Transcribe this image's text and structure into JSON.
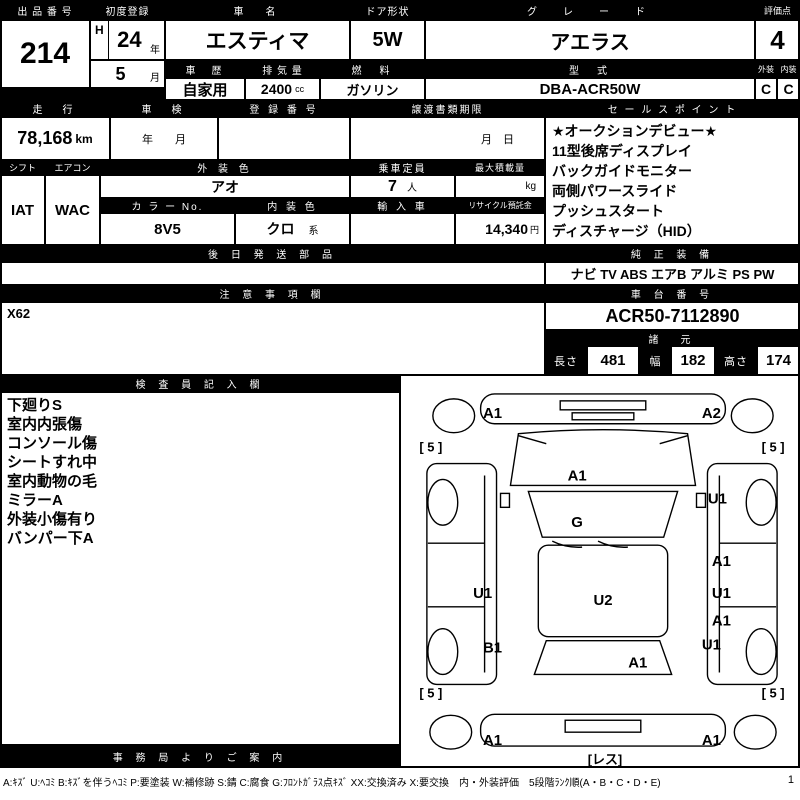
{
  "header": {
    "lot": {
      "label": "出 品 番 号",
      "value": "214"
    },
    "first_reg": {
      "label": "初度登録",
      "era": "H",
      "year": "24",
      "year_unit": "年",
      "month": "5",
      "month_unit": "月"
    },
    "car_name": {
      "label": "車　名",
      "value": "エスティマ"
    },
    "door": {
      "label": "ドア形状",
      "value": "5W"
    },
    "grade": {
      "label": "グ　レ　ー　ド",
      "value": "アエラス"
    },
    "score": {
      "label": "評価点",
      "value": "4"
    },
    "history": {
      "label": "車　歴",
      "value": "自家用"
    },
    "displacement": {
      "label": "排 気 量",
      "value": "2400",
      "unit": "cc"
    },
    "fuel": {
      "label": "燃　料",
      "value": "ガソリン"
    },
    "model": {
      "label": "型　式",
      "value": "DBA-ACR50W"
    },
    "exterior": {
      "label": "外装",
      "value": "C"
    },
    "interior": {
      "label": "内装",
      "value": "C"
    }
  },
  "registration": {
    "mileage": {
      "label": "走　行",
      "value": "78,168",
      "unit": "km"
    },
    "inspection": {
      "label": "車　検",
      "value": "年　　月"
    },
    "reg_no": {
      "label": "登 録 番 号"
    },
    "transfer": {
      "label": "譲渡書類期限",
      "value": "月　日"
    },
    "sales": {
      "label": "セ ー ル ス ポ イ ン ト",
      "lines": [
        "★オークションデビュー★",
        "11型後席ディスプレイ",
        "バックガイドモニター",
        "両側パワースライド",
        "プッシュスタート",
        "ディスチャージ（HID）"
      ]
    }
  },
  "details": {
    "shift": {
      "label": "シフト",
      "value": "IAT"
    },
    "aircon": {
      "label": "エアコン",
      "value": "WAC"
    },
    "ext_color": {
      "label": "外 装 色",
      "value": "アオ"
    },
    "capacity": {
      "label": "乗車定員",
      "value": "7",
      "unit": "人"
    },
    "max_load": {
      "label": "最大積載量",
      "unit": "kg"
    },
    "color_no": {
      "label": "カ ラ ー No.",
      "value": "8V5"
    },
    "int_color": {
      "label": "内 装 色",
      "value": "クロ",
      "unit": "系"
    },
    "import_car": {
      "label": "輸 入 車"
    },
    "recycle": {
      "label": "リサイクル預託金",
      "value": "14,340",
      "unit": "円"
    }
  },
  "parts": {
    "label": "後 日 発 送 部 品"
  },
  "equipment": {
    "label": "純 正 装 備",
    "value": "ナビ TV ABS エアB アルミ PS PW"
  },
  "caution": {
    "label": "注 意 事 項 欄",
    "value": "X62"
  },
  "chassis": {
    "label": "車 台 番 号",
    "value": "ACR50-7112890"
  },
  "specs": {
    "label": "諸　元",
    "length_label": "長さ",
    "length": "481",
    "width_label": "幅",
    "width": "182",
    "height_label": "高さ",
    "height": "174"
  },
  "inspector": {
    "label": "検 査 員 記 入 欄",
    "lines": [
      "下廻りS",
      "室内内張傷",
      "コンソール傷",
      "シートすれ中",
      "室内動物の毛",
      "ミラーA",
      "外装小傷有り",
      "バンパー下A"
    ]
  },
  "office": {
    "label": "事 務 局 よ り ご 案 内"
  },
  "diagram": {
    "markers": [
      "A1",
      "A2",
      "[ 5 ]",
      "[ 5 ]",
      "A1",
      "U1",
      "G",
      "A1",
      "U1",
      "U2",
      "U1",
      "A1",
      "B1",
      "U1",
      "A1",
      "[ 5 ]",
      "[ 5 ]",
      "A1",
      "A1",
      "[レス]"
    ]
  },
  "legend": {
    "text": "A:ｷｽﾞ U:ﾍｺﾐ B:ｷｽﾞを伴うﾍｺﾐ P:要塗装 W:補修跡 S:錆 C:腐食 G:ﾌﾛﾝﾄｶﾞﾗｽ点ｷｽﾞ XX:交換済み X:要交換　内・外装評価　5段階ﾗﾝｸ順(A・B・C・D・E)",
    "page": "1"
  }
}
